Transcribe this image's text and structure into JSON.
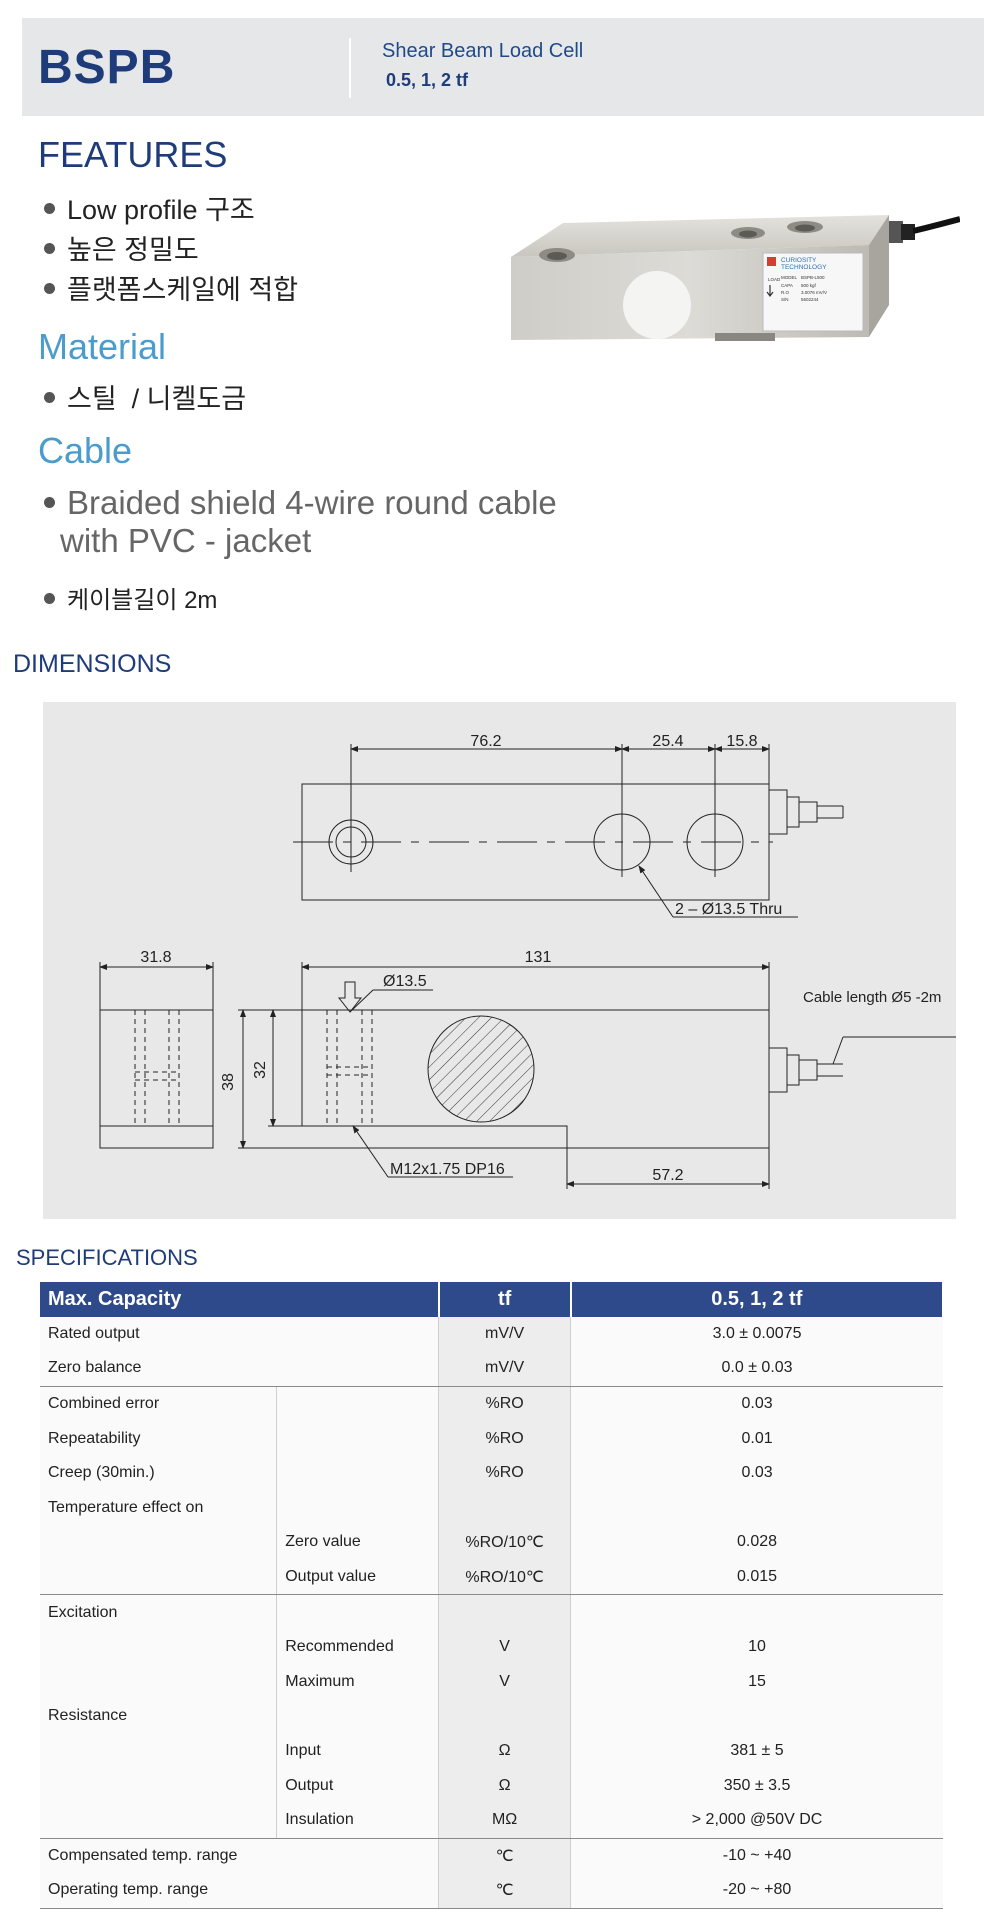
{
  "header": {
    "model": "BSPB",
    "subtitle": "Shear Beam Load Cell",
    "capacities": "0.5, 1, 2 tf"
  },
  "features": {
    "heading": "FEATURES",
    "items": [
      "Low profile 구조",
      "높은 정밀도",
      "플랫폼스케일에 적합"
    ]
  },
  "material": {
    "heading": "Material",
    "items": [
      "스틸  / 니켈도금"
    ]
  },
  "cable": {
    "heading": "Cable",
    "line1": "Braided shield 4-wire round cable",
    "line2": "with PVC - jacket",
    "length": "케이블길이 2m"
  },
  "product_label": {
    "brand1": "CURIOSITY",
    "brand2": "TECHNOLOGY",
    "model_key": "MODEL",
    "model_val": "BSPB-L500",
    "capa_key": "CAPA",
    "capa_val": "500 kgf",
    "ro_key": "R.O",
    "ro_val": "3.0076 mV/V",
    "sn_key": "S/N",
    "sn_val": "5602244",
    "load_key": "LOAD"
  },
  "dimensions": {
    "heading": "DIMENSIONS",
    "d76": "76.2",
    "d25": "25.4",
    "d15": "15.8",
    "holes": "2 – Ø13.5 Thru",
    "d31": "31.8",
    "d131": "131",
    "d135": "Ø13.5",
    "cable": "Cable length Ø5 -2m",
    "d38": "38",
    "d32": "32",
    "thread": "M12x1.75 DP16",
    "d57": "57.2"
  },
  "specifications": {
    "heading": "SPECIFICATIONS",
    "header": {
      "c1": "Max. Capacity",
      "c2": "tf",
      "c3": "0.5, 1, 2 tf"
    },
    "rows": [
      {
        "label": "Rated output",
        "sub": "",
        "unit": "mV/V",
        "value": "3.0 ± 0.0075"
      },
      {
        "label": "Zero balance",
        "sub": "",
        "unit": "mV/V",
        "value": "0.0 ± 0.03"
      },
      {
        "label": "Combined error",
        "sub": "",
        "unit": "%RO",
        "value": "0.03"
      },
      {
        "label": "Repeatability",
        "sub": "",
        "unit": "%RO",
        "value": "0.01"
      },
      {
        "label": "Creep (30min.)",
        "sub": "",
        "unit": "%RO",
        "value": "0.03"
      },
      {
        "label": "Temperature effect on",
        "sub": "",
        "unit": "",
        "value": ""
      },
      {
        "label": "",
        "sub": "Zero value",
        "unit": "%RO/10℃",
        "value": "0.028"
      },
      {
        "label": "",
        "sub": "Output  value",
        "unit": "%RO/10℃",
        "value": "0.015"
      },
      {
        "label": "Excitation",
        "sub": "",
        "unit": "",
        "value": ""
      },
      {
        "label": "",
        "sub": "Recommended",
        "unit": "V",
        "value": "10"
      },
      {
        "label": "",
        "sub": "Maximum",
        "unit": "V",
        "value": "15"
      },
      {
        "label": "Resistance",
        "sub": "",
        "unit": "",
        "value": ""
      },
      {
        "label": "",
        "sub": "Input",
        "unit": "Ω",
        "value": "381 ± 5"
      },
      {
        "label": "",
        "sub": "Output",
        "unit": "Ω",
        "value": "350 ± 3.5"
      },
      {
        "label": "",
        "sub": "Insulation",
        "unit": "MΩ",
        "value": "> 2,000 @50V DC"
      },
      {
        "label": "Compensated temp. range",
        "sub": "",
        "unit": "℃",
        "value": "-10 ~ +40"
      },
      {
        "label": "Operating temp. range",
        "sub": "",
        "unit": "℃",
        "value": "-20 ~ +80"
      }
    ]
  }
}
